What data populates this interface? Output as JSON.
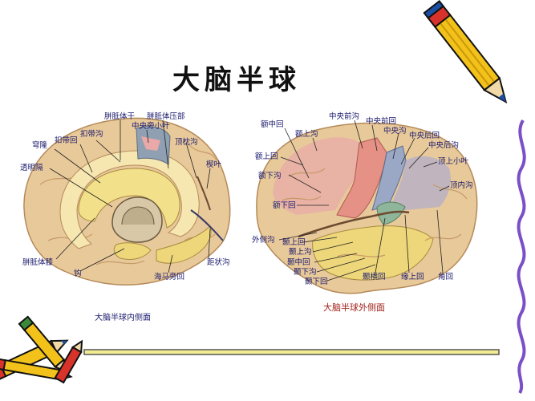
{
  "title": "大脑半球",
  "medial_view": {
    "caption": "大脑半球内侧面",
    "labels": {
      "corpus_callosum_trunk": "胼胝体干",
      "corpus_callosum_splenium": "胼胝体压部",
      "paracentral_lobule": "中央旁小叶",
      "parieto_occipital_sulcus": "顶枕沟",
      "cuneus": "楔叶",
      "fornix": "穹隆",
      "cingulate_gyrus": "扣带回",
      "cingulate_sulcus": "扣带沟",
      "septum_pellucidum": "透明隔",
      "genu_corpus_callosum": "胼胝体膝",
      "uncus": "钩",
      "parahippocampal_gyrus": "海马旁回",
      "calcarine_sulcus": "距状沟"
    }
  },
  "lateral_view": {
    "caption": "大脑半球外侧面",
    "labels": {
      "middle_frontal_gyrus": "额中回",
      "superior_frontal_sulcus": "额上沟",
      "superior_frontal_gyrus": "额上回",
      "inferior_frontal_sulcus": "额下沟",
      "inferior_frontal_gyrus": "额下回",
      "lateral_sulcus": "外侧沟",
      "superior_temporal_gyrus": "颞上回",
      "superior_temporal_sulcus": "颞上沟",
      "middle_temporal_gyrus": "颞中回",
      "inferior_temporal_sulcus": "颞下沟",
      "inferior_temporal_gyrus": "颞下回",
      "precentral_sulcus": "中央前沟",
      "precentral_gyrus": "中央前回",
      "central_sulcus": "中央沟",
      "postcentral_gyrus": "中央后回",
      "postcentral_sulcus": "中央后沟",
      "superior_parietal_lobule": "顶上小叶",
      "intraparietal_sulcus": "顶内沟",
      "transverse_temporal_gyrus": "颞横回",
      "supramarginal_gyrus": "缘上回",
      "angular_gyrus": "角回"
    }
  },
  "colors": {
    "title": "#111111",
    "label_text": "#1a1a6e",
    "caption_right": "#a0221a",
    "leader_line": "#222222",
    "brain_base": "#e8c99a",
    "gyrus_yellow": "#f2e08a",
    "cingulate_cream": "#f6e6b0",
    "paracentral_grey": "#8fa0b2",
    "pink_region": "#e8a9a8",
    "precentral_red": "#e59186",
    "postcentral_blue": "#9aa8c6",
    "temporal_yellow": "#eed77a",
    "transverse_green": "#8fb59a",
    "divider_yellow": "#f3ec93",
    "divider_border": "#555555",
    "pencil_yellow": "#f2c21a",
    "pencil_blue": "#1a4fa3",
    "pencil_red": "#d8332a",
    "wavy_purple": "#7a4fc7"
  },
  "icons": [
    "pencil-icon",
    "pencil-bundle-icon",
    "wavy-border-icon"
  ]
}
